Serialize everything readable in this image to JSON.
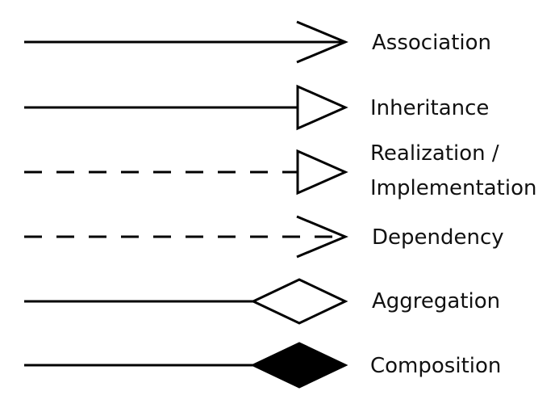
{
  "legend": {
    "stroke_color": "#000000",
    "label_color": "#111111",
    "background": "#ffffff",
    "items": [
      {
        "label": "Association",
        "line_style": "solid",
        "head": "open-arrow",
        "icon": "open-arrow-icon"
      },
      {
        "label": "Inheritance",
        "line_style": "solid",
        "head": "hollow-triangle",
        "icon": "hollow-triangle-icon"
      },
      {
        "label_line1": "Realization /",
        "label_line2": "Implementation",
        "line_style": "dashed",
        "head": "hollow-triangle",
        "icon": "hollow-triangle-icon"
      },
      {
        "label": "Dependency",
        "line_style": "dashed",
        "head": "open-arrow",
        "icon": "open-arrow-icon"
      },
      {
        "label": "Aggregation",
        "line_style": "solid",
        "head": "hollow-diamond",
        "icon": "hollow-diamond-icon"
      },
      {
        "label": "Composition",
        "line_style": "solid",
        "head": "filled-diamond",
        "icon": "filled-diamond-icon"
      }
    ]
  }
}
